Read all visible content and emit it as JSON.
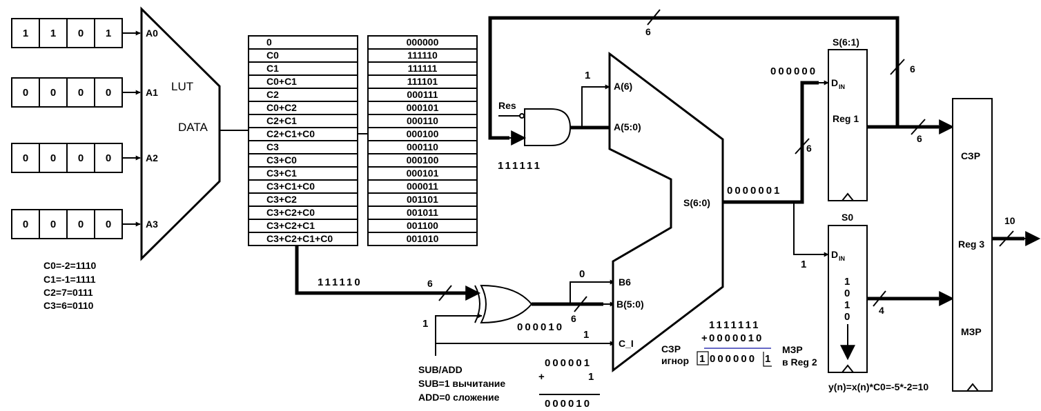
{
  "colors": {
    "black": "#000000",
    "red": "#e8141c",
    "green": "#22a339",
    "blue": "#3437b4"
  },
  "inputs": [
    {
      "port": "A0",
      "bits": [
        "1",
        "1",
        "0",
        "1"
      ]
    },
    {
      "port": "A1",
      "bits": [
        "0",
        "0",
        "0",
        "0"
      ]
    },
    {
      "port": "A2",
      "bits": [
        "0",
        "0",
        "0",
        "0"
      ]
    },
    {
      "port": "A3",
      "bits": [
        "0",
        "0",
        "0",
        "0"
      ]
    }
  ],
  "lut": {
    "title": "LUT",
    "data_label": "DATA"
  },
  "coef_notes": [
    "C0=-2=1110",
    "C1=-1=1111",
    "C2=7=0111",
    "C3=6=0110"
  ],
  "lut_addr_rows": [
    "0",
    "C0",
    "C1",
    "C0+C1",
    "C2",
    "C0+C2",
    "C2+C1",
    "C2+C1+C0",
    "C3",
    "C3+C0",
    "C3+C1",
    "C3+C1+C0",
    "C3+C2",
    "C3+C2+C0",
    "C3+C2+C1",
    "C3+C2+C1+C0"
  ],
  "lut_value_rows": [
    "000000",
    "111110",
    "111111",
    "111101",
    "000111",
    "000101",
    "000110",
    "000100",
    "000110",
    "000100",
    "000101",
    "000011",
    "001101",
    "001011",
    "001100",
    "001010"
  ],
  "adder": {
    "in_a6": "A(6)",
    "in_a50": "A(5:0)",
    "in_b6": "B6",
    "in_b50": "B(5:0)",
    "in_ci": "C_I",
    "out": "S(6:0)",
    "val_a6": "1",
    "val_b6": "0",
    "val_ci": "1",
    "val_and_out": "111111",
    "val_sum": "0000001"
  },
  "res_label": "Res",
  "xor": {
    "val_in": "111110",
    "val_out": "000010",
    "val_sub": "1"
  },
  "sub_add_notes": [
    "SUB/ADD",
    "SUB=1 вычитание",
    "ADD=0 сложение"
  ],
  "calc1": {
    "a": "000001",
    "plus": "+",
    "b": "1",
    "result": "000010"
  },
  "calc2": {
    "csr_label": "СЗР",
    "ignore_label": "игнор",
    "a": "1111111",
    "plus": "+",
    "b": "0000010",
    "lead": "1",
    "mid": "000000",
    "tail": "1",
    "msr_label": "МЗР",
    "reg2_label": "в Reg 2"
  },
  "bus_widths": {
    "feedback": "6",
    "reg1_out": "6",
    "reg1_out2": "6",
    "sum_to_reg1": "6",
    "lut_out": "6",
    "xor_out": "6",
    "reg2_out": "4",
    "reg3_out": "10"
  },
  "reg1": {
    "title": "S(6:1)",
    "din": "D",
    "din_sub": "IN",
    "name": "Reg 1",
    "in_val": "000000"
  },
  "reg2": {
    "title": "S0",
    "din": "D",
    "din_sub": "IN",
    "in_val": "1",
    "bits": [
      "1",
      "0",
      "1",
      "0"
    ]
  },
  "reg3": {
    "top": "СЗР",
    "name": "Reg 3",
    "bottom": "МЗР"
  },
  "result_formula": "y(n)=x(n)*C0=-5*-2=10"
}
